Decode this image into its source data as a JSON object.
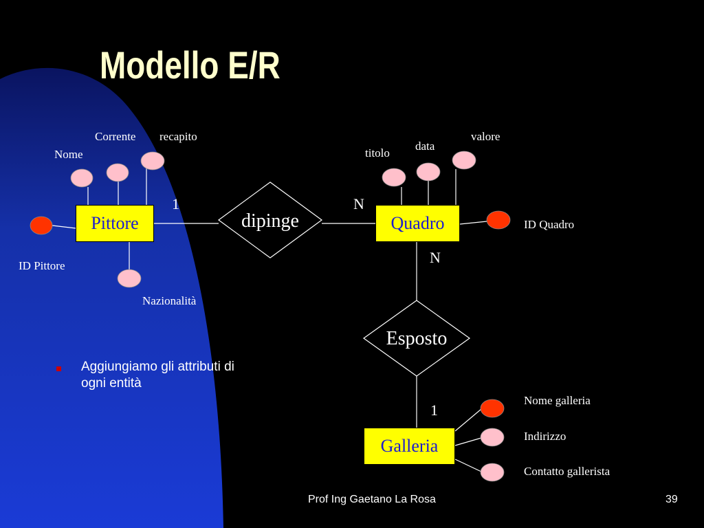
{
  "slide": {
    "title": "Modello E/R",
    "bullet": "Aggiungiamo gli attributi di ogni entità",
    "footer_text": "Prof Ing Gaetano La Rosa",
    "page_number": "39"
  },
  "entities": {
    "pittore": "Pittore",
    "quadro": "Quadro",
    "galleria": "Galleria"
  },
  "relationships": {
    "dipinge": "dipinge",
    "esposto": "Esposto"
  },
  "cardinalities": {
    "pittore_dipinge": "1",
    "quadro_dipinge": "N",
    "quadro_esposto": "N",
    "galleria_esposto": "1"
  },
  "attributes": {
    "pittore": {
      "nome": "Nome",
      "corrente": "Corrente",
      "recapito": "recapito",
      "id": "ID Pittore",
      "nazionalita": "Nazionalità"
    },
    "quadro": {
      "titolo": "titolo",
      "data": "data",
      "valore": "valore",
      "id": "ID Quadro"
    },
    "galleria": {
      "nome": "Nome galleria",
      "indirizzo": "Indirizzo",
      "contatto": "Contatto gallerista"
    }
  },
  "colors": {
    "background": "#000000",
    "side_gradient": "#1a3bd6",
    "title": "#ffffcc",
    "entity_fill": "#ffff00",
    "entity_text": "#1c1cd0",
    "key_attribute": "#ff3300",
    "attribute": "#ffc0cb",
    "bullet": "#cc0000"
  }
}
